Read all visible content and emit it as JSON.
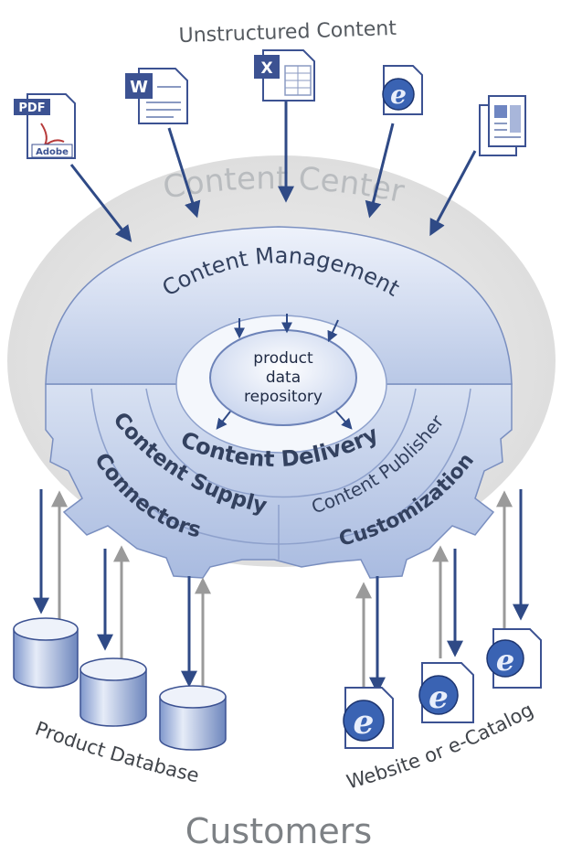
{
  "header": {
    "title": "Unstructured Content"
  },
  "center_label": "Content Center",
  "modules": {
    "management": "Content Management",
    "delivery": "Content Delivery",
    "supply": "Content Supply",
    "publisher": "Content Publisher",
    "connectors": "Connectors",
    "customization": "Customization"
  },
  "repository": {
    "line1": "product",
    "line2": "data",
    "line3": "repository"
  },
  "icons": {
    "pdf_top": "PDF",
    "pdf_bottom": "Adobe",
    "word": "W",
    "excel": "X"
  },
  "labels": {
    "product_database": "Product Database",
    "website": "Website or e-Catalog",
    "customers": "Customers"
  },
  "colors": {
    "arrow": "#2f4a86",
    "return_arrow": "#9a9a9a",
    "gear": "#c5d2ea",
    "halo": "#e3e3e3"
  }
}
